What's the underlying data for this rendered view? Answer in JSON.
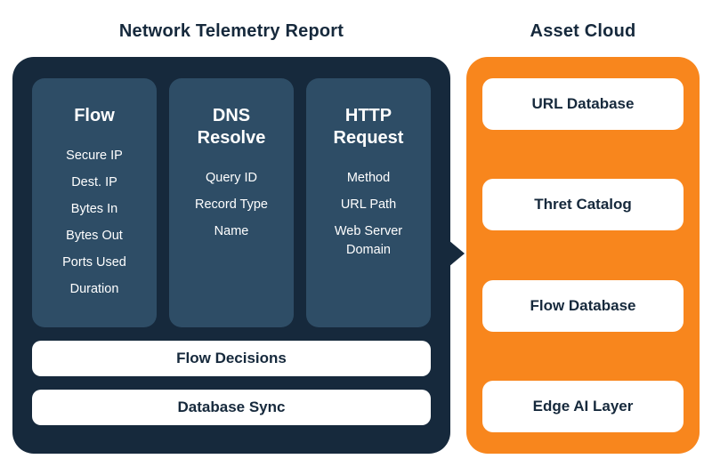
{
  "colors": {
    "background": "#ffffff",
    "panel_navy": "#16293C",
    "column_slate": "#2E4D66",
    "panel_orange": "#F8861D",
    "text_light": "#ffffff",
    "text_dark": "#16293C"
  },
  "left_panel": {
    "title": "Network Telemetry Report",
    "columns": [
      {
        "title": "Flow",
        "items": [
          "Secure IP",
          "Dest. IP",
          "Bytes In",
          "Bytes Out",
          "Ports Used",
          "Duration"
        ]
      },
      {
        "title": "DNS Resolve",
        "items": [
          "Query ID",
          "Record Type",
          "Name"
        ]
      },
      {
        "title": "HTTP Request",
        "items": [
          "Method",
          "URL Path",
          "Web Server Domain"
        ]
      }
    ],
    "bars": [
      {
        "label": "Flow Decisions"
      },
      {
        "label": "Database Sync"
      }
    ]
  },
  "right_panel": {
    "title": "Asset Cloud",
    "boxes": [
      {
        "label": "URL Database"
      },
      {
        "label": "Thret Catalog"
      },
      {
        "label": "Flow Database"
      },
      {
        "label": "Edge AI Layer"
      }
    ]
  }
}
